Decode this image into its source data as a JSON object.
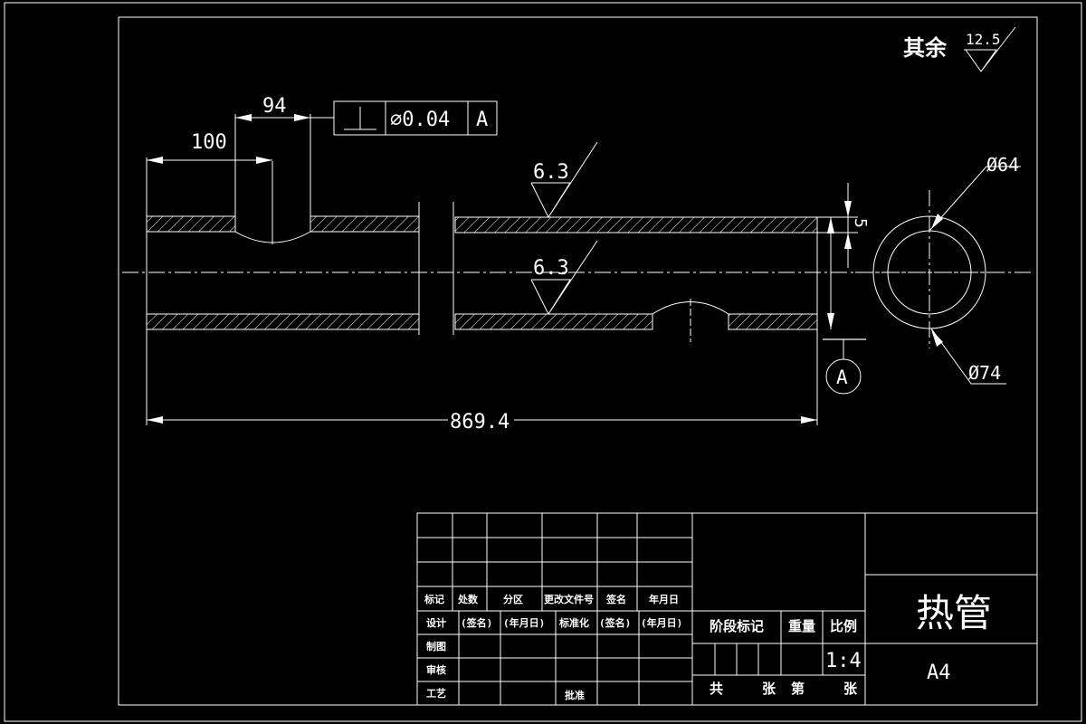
{
  "dimensions": {
    "overall_length": "869.4",
    "left_offset": "100",
    "groove_width": "94",
    "wall_thickness": "5",
    "inner_diameter": "Ø64",
    "outer_diameter": "Ø74"
  },
  "tolerance_frame": {
    "symbol": "⊥",
    "value": "∅0.04",
    "datum": "A"
  },
  "datum_label": "A",
  "roughness": {
    "top_surface": "6.3",
    "inner_surface": "6.3",
    "general_label": "其余",
    "general_value": "12.5"
  },
  "title_block": {
    "part_name": "热管",
    "sheet_size": "A4",
    "scale": "1:4",
    "headers": {
      "mark": "标记",
      "count": "处数",
      "zone": "分区",
      "change_doc": "更改文件号",
      "signature": "签名",
      "date": "年月日"
    },
    "rows": {
      "design": "设计",
      "sig1": "(签名)",
      "date1": "(年月日)",
      "standardize": "标准化",
      "sig2": "(签名)",
      "date2": "(年月日)",
      "drawing": "制图",
      "review": "审核",
      "process": "工艺",
      "approve": "批准"
    },
    "stage_mark": "阶段标记",
    "weight": "重量",
    "scale_label": "比例",
    "total": "共",
    "sheets1": "张",
    "sheet_no": "第",
    "sheets2": "张"
  }
}
